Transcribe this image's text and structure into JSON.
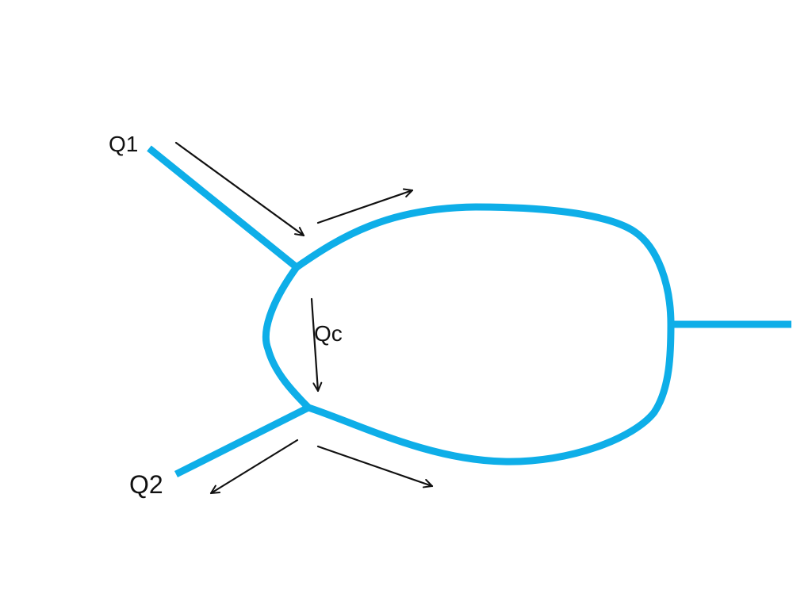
{
  "colors": {
    "pipe": "#0eaee8",
    "arrow": "#111111",
    "label": "#111111",
    "background": "#ffffff"
  },
  "labels": {
    "q1": "Q1",
    "q2": "Q2",
    "qc": "Qc"
  }
}
